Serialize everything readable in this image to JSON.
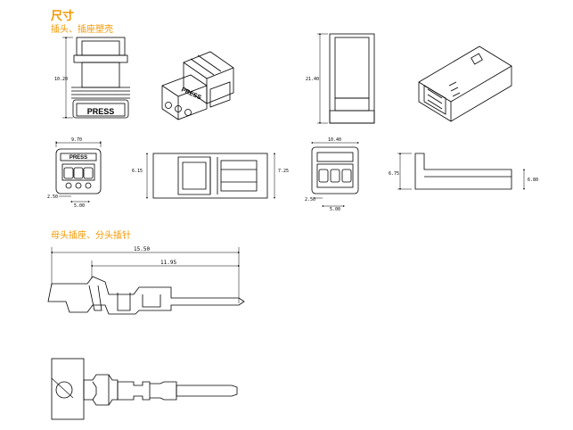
{
  "header": {
    "title": "尺寸",
    "section1": "插头、插座塑壳",
    "section2": "母头插座、分头插针"
  },
  "colors": {
    "accent": "#f39800",
    "line": "#000000"
  },
  "labels": {
    "press": "PRESS",
    "d_height_front": "10.20",
    "d_height_side": "21.40",
    "d_width_top": "9.70",
    "d_pitch_top": "5.00",
    "d_offset_top": "2.50",
    "d_height_sideview": "6.15",
    "d_height_sideview2": "7.25",
    "d_width_back": "10.40",
    "d_offset_back": "2.50",
    "d_pitch_back": "5.00",
    "d_left_profile": "6.75",
    "d_right_profile": "6.80",
    "d_total": "15.50",
    "d_partial": "11.95"
  }
}
